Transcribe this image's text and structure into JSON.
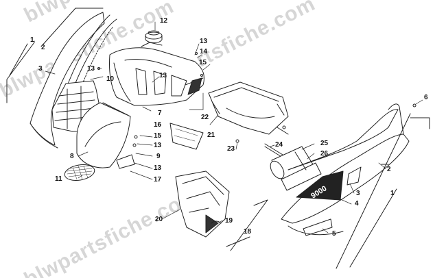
{
  "watermark": "blwpartsfiche.com",
  "panel_badge": "9000",
  "callouts": {
    "c1a": "1",
    "c2a": "2",
    "c3a": "3",
    "c10": "10",
    "c12": "12",
    "c13a": "13",
    "c13b": "13",
    "c14": "14",
    "c15a": "15",
    "c13c": "13",
    "c7": "7",
    "c22": "22",
    "c16": "16",
    "c15b": "15",
    "c13d": "13",
    "c9": "9",
    "c13e": "13",
    "c17": "17",
    "c8": "8",
    "c11": "11",
    "c21": "21",
    "c23": "23",
    "c24": "24",
    "c25": "25",
    "c26": "26",
    "c6": "6",
    "c2b": "2",
    "c3b": "3",
    "c1b": "1",
    "c4": "4",
    "c5": "5",
    "c20": "20",
    "c19": "19",
    "c18": "18"
  }
}
